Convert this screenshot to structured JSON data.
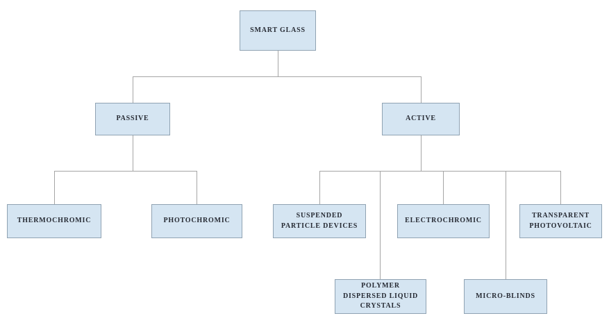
{
  "diagram": {
    "type": "tree",
    "title": "Smart Glass classification",
    "nodes": {
      "root": {
        "label": "SMART GLASS",
        "parent": null
      },
      "passive": {
        "label": "PASSIVE",
        "parent": "SMART GLASS"
      },
      "active": {
        "label": "ACTIVE",
        "parent": "SMART GLASS"
      },
      "thermochromic": {
        "label": "THERMOCHROMIC",
        "parent": "PASSIVE"
      },
      "photochromic": {
        "label": "PHOTOCHROMIC",
        "parent": "PASSIVE"
      },
      "suspended_particle_devices": {
        "label": "SUSPENDED\nPARTICLE DEVICES",
        "parent": "ACTIVE"
      },
      "polymer_dispersed_liquid_crystals": {
        "label": "POLYMER\nDISPERSED LIQUID\nCRYSTALS",
        "parent": "ACTIVE"
      },
      "electrochromic": {
        "label": "ELECTROCHROMIC",
        "parent": "ACTIVE"
      },
      "micro_blinds": {
        "label": "MICRO-BLINDS",
        "parent": "ACTIVE"
      },
      "transparent_photovoltaic": {
        "label": "TRANSPARENT\nPHOTOVOLTAIC",
        "parent": "ACTIVE"
      }
    },
    "colors": {
      "background": "#ffffff",
      "node_fill": "#d5e5f2",
      "node_border": "#8fa2b2",
      "connector": "#a5a5a5",
      "text": "#272b34"
    }
  }
}
